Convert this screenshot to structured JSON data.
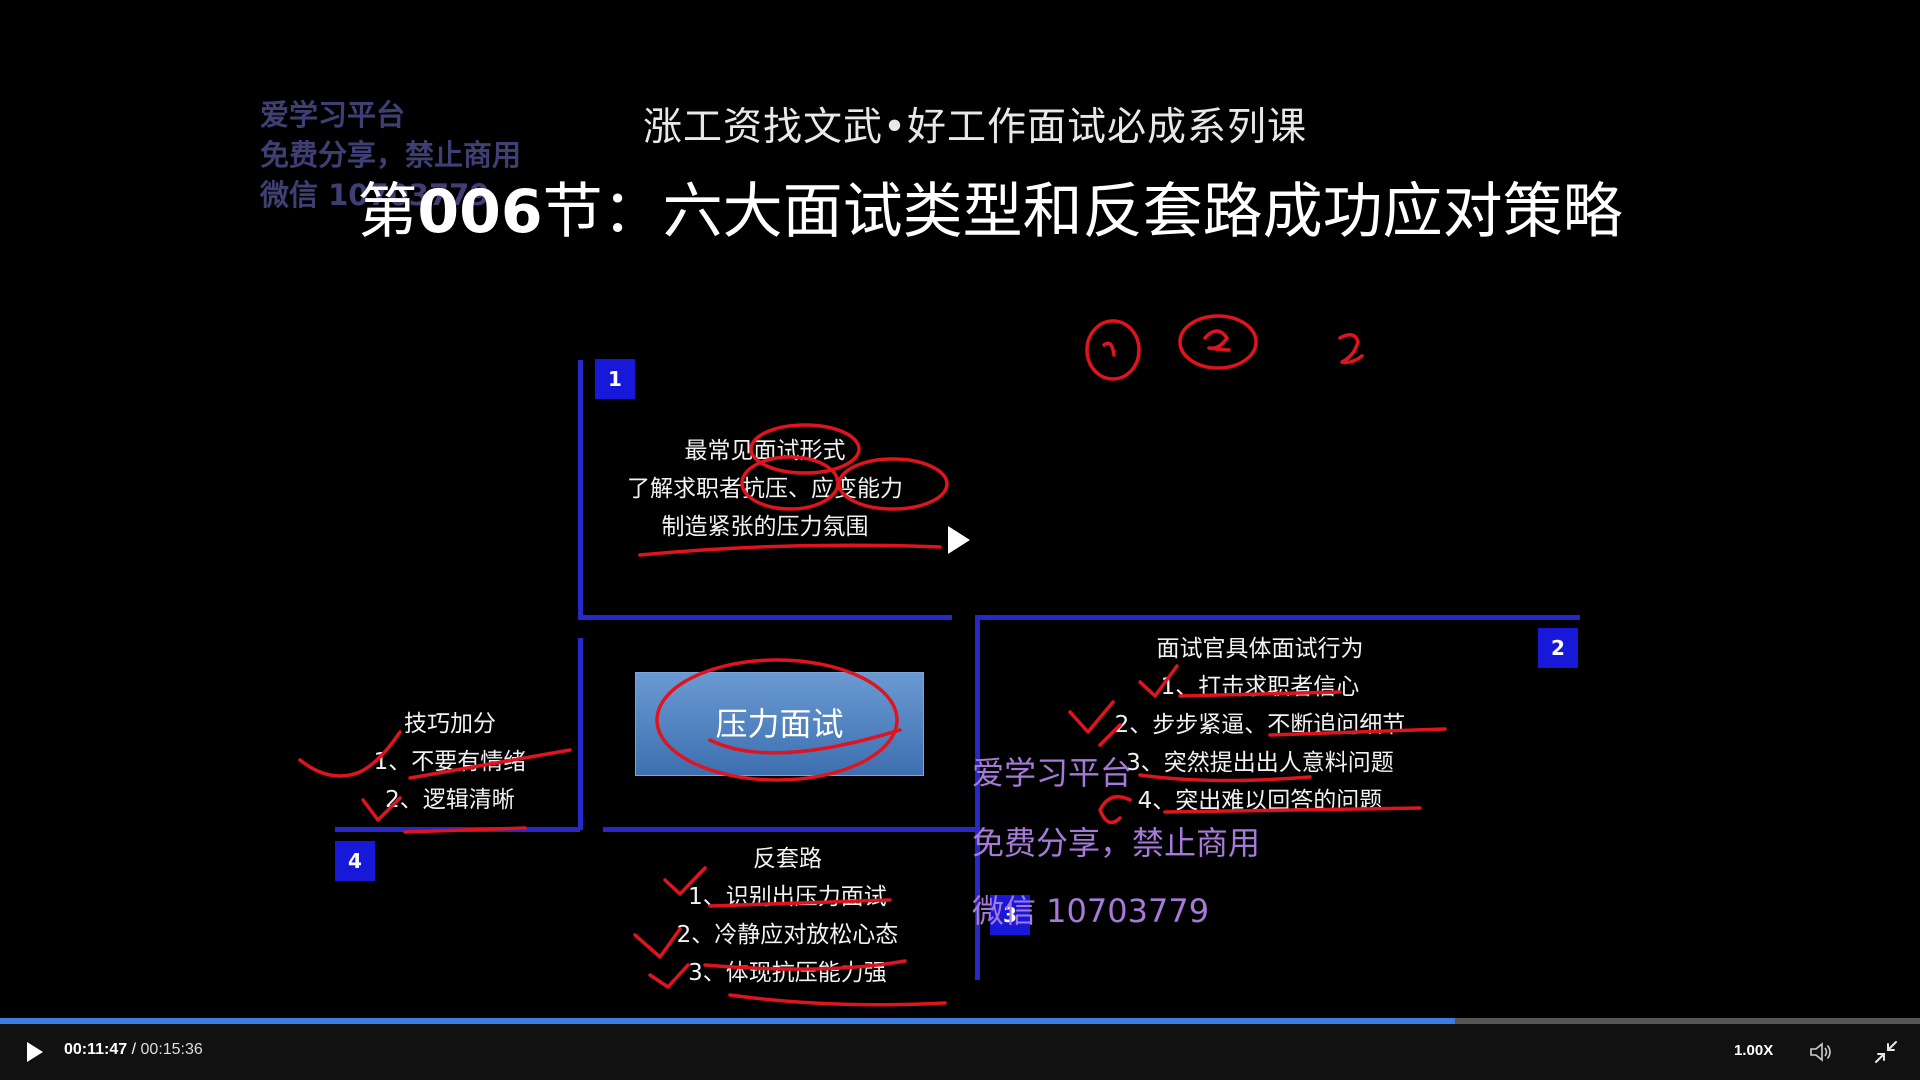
{
  "watermark_top_left": [
    "爱学习平台",
    "免费分享，禁止商用",
    "微信 10703779"
  ],
  "slide": {
    "subtitle": "涨工资找文武•好工作面试必成系列课",
    "title_prefix": "第",
    "title_number": "006",
    "title_rest": "节：六大面试类型和反套路成功应对策略",
    "center_label": "压力面试",
    "sections": [
      {
        "number": "1",
        "lines": [
          "最常见面试形式",
          "了解求职者抗压、应变能力",
          "制造紧张的压力氛围"
        ]
      },
      {
        "number": "2",
        "lines": [
          "面试官具体面试行为",
          "1、打击求职者信心",
          "2、步步紧逼、不断追问细节",
          "3、突然提出出人意料问题",
          "4、突出难以回答的问题"
        ]
      },
      {
        "number": "3",
        "lines": [
          "反套路",
          "1、识别出压力面试",
          "2、冷静应对放松心态",
          "3、体现抗压能力强"
        ]
      },
      {
        "number": "4",
        "lines": [
          "技巧加分",
          "1、不要有情绪",
          "2、逻辑清晰"
        ]
      }
    ]
  },
  "watermark_center": [
    "爱学习平台",
    "免费分享，禁止商用",
    "微信 10703779"
  ],
  "player": {
    "current_time": "00:11:47",
    "separator": " / ",
    "total_time": "00:15:36",
    "progress": 0.758,
    "speed_label": "1.00X",
    "accent_color": "#3b7de0"
  },
  "icons": {
    "center_play": "play-icon",
    "play": "play-icon",
    "volume": "volume-icon",
    "fullscreen_exit": "exit-fullscreen-icon"
  }
}
